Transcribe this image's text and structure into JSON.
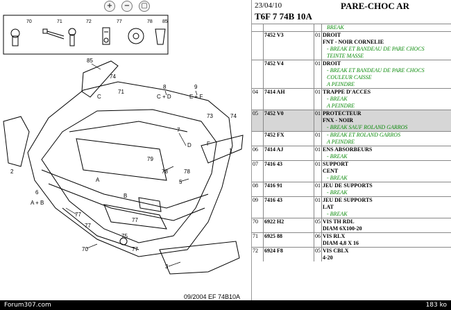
{
  "diagram": {
    "zoom_buttons": [
      {
        "icon": "zoom-in-icon",
        "glyph": "+"
      },
      {
        "icon": "zoom-out-icon",
        "glyph": "−"
      },
      {
        "icon": "zoom-window-icon",
        "glyph": "▢"
      }
    ],
    "hardware_numbers": [
      "70",
      "71",
      "72",
      "77",
      "78",
      "85"
    ],
    "callouts": [
      "85",
      "74",
      "C",
      "71",
      "8",
      "C + D",
      "9",
      "E + F",
      "7",
      "F",
      "D",
      "1",
      "2",
      "79",
      "78",
      "78",
      "5",
      "B",
      "A",
      "6",
      "A + B",
      "77",
      "77",
      "70",
      "77",
      "77",
      "3",
      "75",
      "73",
      "74"
    ],
    "footer": "09/2004  EF 74B10A"
  },
  "header": {
    "date": "23/04/10",
    "title": "PARE-CHOC AR",
    "reference": "T6F 7 74B 10A"
  },
  "parts": [
    {
      "item": "",
      "ref": "",
      "qty": "",
      "lines": [
        {
          "t": "BREAK",
          "s": "green"
        }
      ]
    },
    {
      "item": "",
      "ref": "7452 V3",
      "qty": "01",
      "lines": [
        {
          "t": "DROIT",
          "s": "desc"
        },
        {
          "t": "FNT - NOIR CORNELIE",
          "s": "desc"
        },
        {
          "t": "- BREAK ET BANDEAU DE PARE CHOCS",
          "s": "green"
        },
        {
          "t": "TEINTE MASSE",
          "s": "green"
        }
      ]
    },
    {
      "item": "",
      "ref": "7452 V4",
      "qty": "01",
      "lines": [
        {
          "t": "DROIT",
          "s": "desc"
        },
        {
          "t": "- BREAK ET BANDEAU DE PARE CHOCS",
          "s": "green"
        },
        {
          "t": "COULEUR CAISSE",
          "s": "green"
        },
        {
          "t": "A PEINDRE",
          "s": "green"
        }
      ]
    },
    {
      "item": "04",
      "ref": "7414 AH",
      "qty": "01",
      "lines": [
        {
          "t": "TRAPPE D'ACCES",
          "s": "desc"
        },
        {
          "t": "- BREAK",
          "s": "green"
        },
        {
          "t": "A PEINDRE",
          "s": "green"
        }
      ]
    },
    {
      "item": "05",
      "ref": "7452 V0",
      "qty": "01",
      "sel": true,
      "lines": [
        {
          "t": "PROTECTEUR",
          "s": "desc"
        },
        {
          "t": "FNX - NOIR",
          "s": "desc"
        },
        {
          "t": "- BREAK SAUF ROLAND GARROS",
          "s": "green"
        }
      ]
    },
    {
      "item": "",
      "ref": "7452 FX",
      "qty": "01",
      "lines": [
        {
          "t": "- BREAK ET ROLAND GARROS",
          "s": "green"
        },
        {
          "t": "A PEINDRE",
          "s": "green"
        }
      ]
    },
    {
      "item": "06",
      "ref": "7414 AJ",
      "qty": "01",
      "lines": [
        {
          "t": "ENS ABSORBEURS",
          "s": "desc"
        },
        {
          "t": "- BREAK",
          "s": "green"
        }
      ]
    },
    {
      "item": "07",
      "ref": "7416 43",
      "qty": "01",
      "lines": [
        {
          "t": "SUPPORT",
          "s": "desc"
        },
        {
          "t": "CENT",
          "s": "desc"
        },
        {
          "t": "- BREAK",
          "s": "green"
        }
      ]
    },
    {
      "item": "08",
      "ref": "7416 91",
      "qty": "01",
      "lines": [
        {
          "t": "JEU DE SUPPORTS",
          "s": "desc"
        },
        {
          "t": "- BREAK",
          "s": "green"
        }
      ]
    },
    {
      "item": "09",
      "ref": "7416 43",
      "qty": "01",
      "lines": [
        {
          "t": "JEU DE SUPPORTS",
          "s": "desc"
        },
        {
          "t": "LAT",
          "s": "desc"
        },
        {
          "t": "- BREAK",
          "s": "green"
        }
      ]
    },
    {
      "item": "70",
      "ref": "6922 H2",
      "qty": "05",
      "lines": [
        {
          "t": "VIS TH RDL",
          "s": "desc"
        },
        {
          "t": "DIAM 6X100-20",
          "s": "desc"
        }
      ]
    },
    {
      "item": "71",
      "ref": "6925 88",
      "qty": "06",
      "lines": [
        {
          "t": "VIS RLX",
          "s": "desc"
        },
        {
          "t": "DIAM 4,8 X 16",
          "s": "desc"
        }
      ]
    },
    {
      "item": "72",
      "ref": "6924 F8",
      "qty": "05",
      "lines": [
        {
          "t": "VIS CBLX",
          "s": "desc"
        },
        {
          "t": "4-20",
          "s": "desc"
        }
      ]
    }
  ],
  "status": {
    "left": "Forum307.com",
    "right": "183 ko"
  }
}
